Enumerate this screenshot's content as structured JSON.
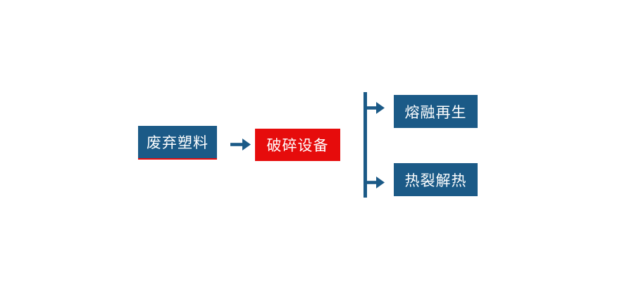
{
  "page": {
    "background": "#ffffff",
    "type": "flowchart"
  },
  "colors": {
    "node_blue": "#1b5a87",
    "node_red": "#e60c0c",
    "connector_blue": "#1b5a87",
    "underline_red": "#e60c0c",
    "text_white": "#ffffff"
  },
  "flowchart": {
    "nodes": [
      {
        "id": "waste-plastic",
        "label": "废弃塑料",
        "color": "#1b5a87",
        "accent_underline": "#e60c0c"
      },
      {
        "id": "crushing-equipment",
        "label": "破碎设备",
        "color": "#e60c0c"
      },
      {
        "id": "melt-regeneration",
        "label": "熔融再生",
        "color": "#1b5a87"
      },
      {
        "id": "pyrolysis-heat",
        "label": "热裂解热",
        "color": "#1b5a87"
      }
    ],
    "edges": [
      {
        "from": "waste-plastic",
        "to": "crushing-equipment"
      },
      {
        "from": "crushing-equipment",
        "to": "melt-regeneration"
      },
      {
        "from": "crushing-equipment",
        "to": "pyrolysis-heat"
      }
    ]
  }
}
